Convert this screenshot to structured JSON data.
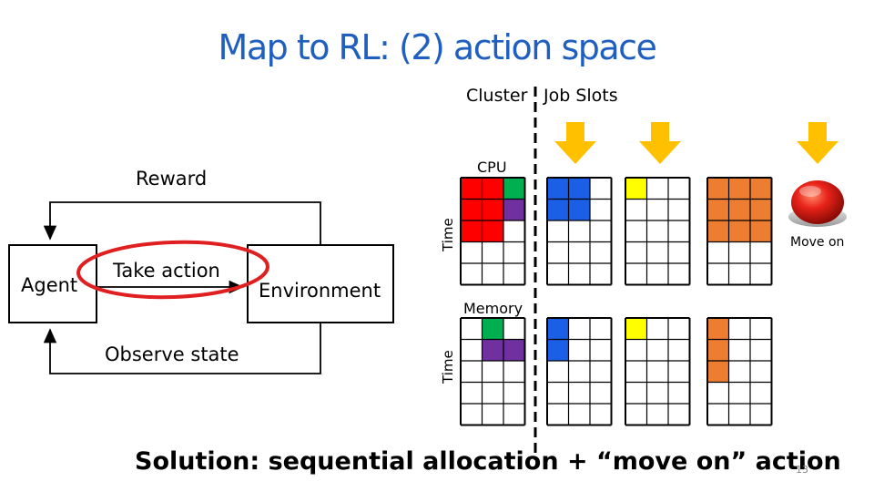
{
  "slide": {
    "title": "Map to RL: (2) action space",
    "page_number": "13"
  },
  "loop": {
    "reward": "Reward",
    "agent": "Agent",
    "take_action": "Take action",
    "environment": "Environment",
    "observe_state": "Observe state"
  },
  "cluster": {
    "cluster_label": "Cluster",
    "job_slots_label": "Job Slots",
    "cpu_label": "CPU",
    "memory_label": "Memory",
    "time_label": "Time",
    "move_on_label": "Move on"
  },
  "solution": "Solution: sequential allocation + “move on” action",
  "colors": {
    "title": "#1f5fbf",
    "red": "#ff0000",
    "green": "#00b050",
    "purple": "#7030a0",
    "blue": "#1a5fe6",
    "yellow": "#ffff00",
    "orange": "#ed7d31",
    "arrow": "#ffc000",
    "highlight_ellipse": "#e02020"
  },
  "icons": [
    "down-arrow-icon",
    "red-button-icon"
  ]
}
